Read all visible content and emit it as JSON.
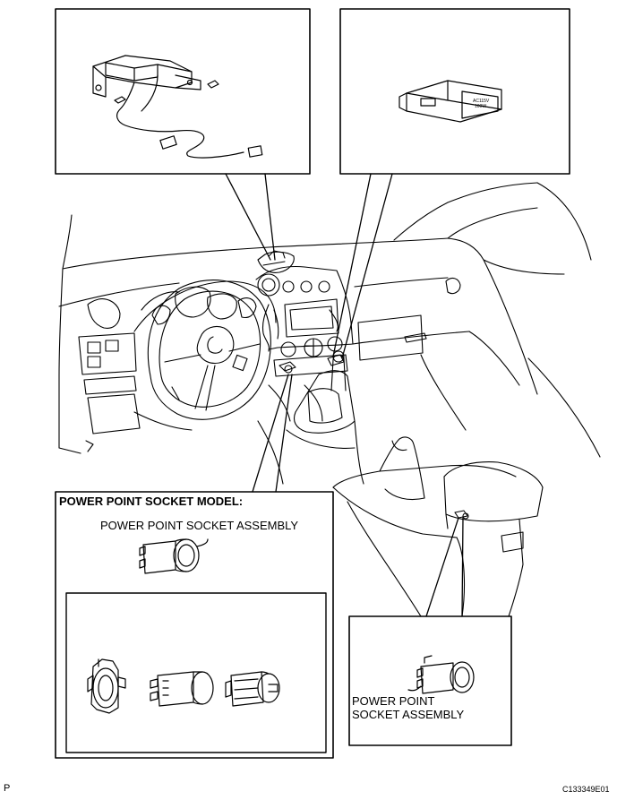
{
  "labels": {
    "model_heading": "POWER POINT SOCKET MODEL:",
    "socket_assembly_top": "POWER POINT SOCKET ASSEMBLY",
    "socket_assembly_bottom_line1": "POWER POINT",
    "socket_assembly_bottom_line2": "SOCKET ASSEMBLY",
    "page_marker": "P",
    "figure_code": "C133349E01"
  }
}
